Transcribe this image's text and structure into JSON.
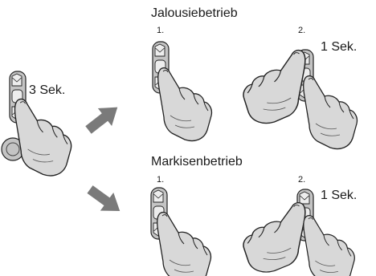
{
  "start": {
    "duration_label": "3 Sek.",
    "icon": "hand-pressing-button-icon"
  },
  "modes": [
    {
      "title": "Jalousiebetrieb",
      "steps": [
        {
          "number": "1.",
          "duration_label": ""
        },
        {
          "number": "2.",
          "duration_label": "1 Sek."
        }
      ]
    },
    {
      "title": "Markisenbetrieb",
      "steps": [
        {
          "number": "1.",
          "duration_label": ""
        },
        {
          "number": "2.",
          "duration_label": "1 Sek."
        }
      ]
    }
  ],
  "colors": {
    "arrow": "#7a7a7a",
    "hand_fill": "#d8d8d8",
    "hand_stroke": "#222222",
    "switch_fill": "#c4c4c4",
    "button_fill": "#ededed"
  }
}
